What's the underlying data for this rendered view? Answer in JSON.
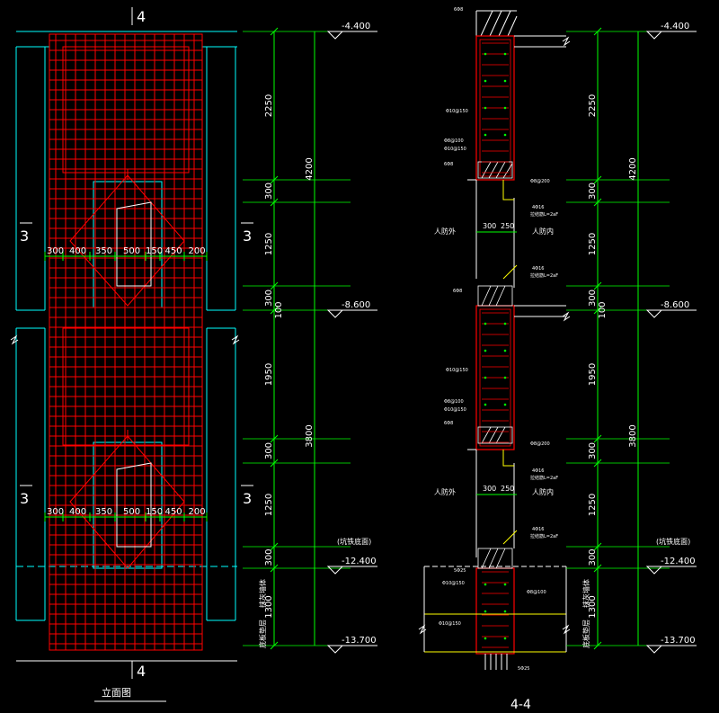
{
  "section_markers": {
    "top": "4",
    "bottom": "4",
    "left_upper": "3",
    "right_upper": "3",
    "left_lower": "3",
    "right_lower": "3"
  },
  "elevations": {
    "top": "-4.400",
    "mid": "-8.600",
    "bottom_note": "(坑铁底面)",
    "bottom": "-12.400",
    "base": "-13.700"
  },
  "left_dims": {
    "segments": [
      "2250",
      "300",
      "1250",
      "300",
      "1950",
      "300",
      "1250",
      "300",
      "1300"
    ],
    "totals": [
      "4200",
      "3800"
    ],
    "small": "100"
  },
  "right_dims": {
    "segments": [
      "2250",
      "300",
      "1250",
      "300",
      "1950",
      "300",
      "1250",
      "300",
      "1300"
    ],
    "totals": [
      "4200",
      "3800"
    ],
    "small": "100"
  },
  "horizontal_dims": [
    "300",
    "400",
    "350",
    "500",
    "150",
    "450",
    "200"
  ],
  "layer_labels": [
    "抹灰墙体",
    "底板垫层"
  ],
  "elevation_title": "立面图",
  "section_title": "4-4",
  "section_labels": {
    "outer": "人防外",
    "inner": "人防内",
    "w1": "300",
    "w2": "250"
  },
  "rebar_notes": [
    "6Φ8",
    "Φ10@150",
    "Φ8@100",
    "Φ10@150",
    "6Φ8",
    "Φ8@200",
    "4Φ16",
    "拉结筋L=2aF",
    "4Φ16",
    "拉结筋L=2aF",
    "6Φ8",
    "5Φ25",
    "Φ10@150",
    "Φ8@100",
    "Φ10@150",
    "5Φ25"
  ],
  "colors": {
    "rebar": "#ff0000",
    "dim": "#00ff00",
    "outline": "#00ffff",
    "text": "#ffffff",
    "fill": "#ffff00"
  }
}
